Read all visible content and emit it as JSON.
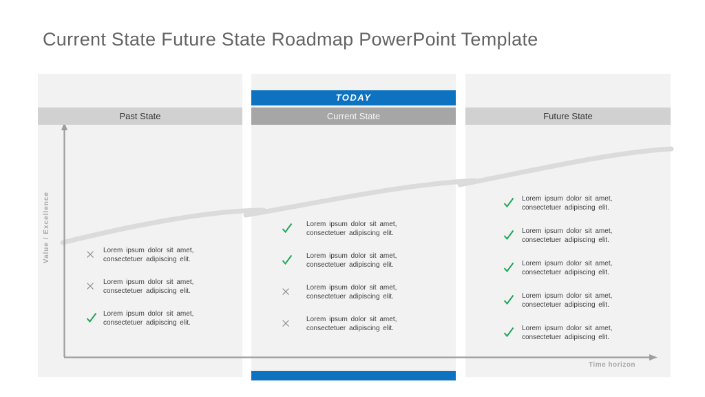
{
  "slide": {
    "title": "Current State Future State Roadmap PowerPoint Template"
  },
  "today_banner": {
    "label": "TODAY"
  },
  "columns": [
    {
      "header": "Past State",
      "items": [
        {
          "mark": "cross",
          "line1": "Lorem ipsum dolor sit amet,",
          "line2": "consectetuer adipiscing elit."
        },
        {
          "mark": "cross",
          "line1": "Lorem ipsum dolor sit amet,",
          "line2": "consectetuer adipiscing elit."
        },
        {
          "mark": "check",
          "line1": "Lorem ipsum dolor sit amet,",
          "line2": "consectetuer adipiscing elit."
        }
      ]
    },
    {
      "header": "Current State",
      "items": [
        {
          "mark": "check",
          "line1": "Lorem ipsum dolor sit amet,",
          "line2": "consectetuer adipiscing elit."
        },
        {
          "mark": "check",
          "line1": "Lorem ipsum dolor sit amet,",
          "line2": "consectetuer adipiscing elit."
        },
        {
          "mark": "cross",
          "line1": "Lorem ipsum dolor sit amet,",
          "line2": "consectetuer adipiscing elit."
        },
        {
          "mark": "cross",
          "line1": "Lorem ipsum dolor sit amet,",
          "line2": "consectetuer adipiscing elit."
        }
      ]
    },
    {
      "header": "Future State",
      "items": [
        {
          "mark": "check",
          "line1": "Lorem ipsum dolor sit amet,",
          "line2": "consectetuer adipiscing elit."
        },
        {
          "mark": "check",
          "line1": "Lorem ipsum dolor sit amet,",
          "line2": "consectetuer adipiscing elit."
        },
        {
          "mark": "check",
          "line1": "Lorem ipsum dolor sit amet,",
          "line2": "consectetuer adipiscing elit."
        },
        {
          "mark": "check",
          "line1": "Lorem ipsum dolor sit amet,",
          "line2": "consectetuer adipiscing elit."
        },
        {
          "mark": "check",
          "line1": "Lorem ipsum dolor sit amet,",
          "line2": "consectetuer adipiscing elit."
        }
      ]
    }
  ],
  "axes": {
    "y_label": "Value / Excellence",
    "x_label": "Time horizon"
  },
  "colors": {
    "accent_blue": "#0d72bf",
    "check_green": "#1fa659",
    "cross_gray": "#8c8c8c",
    "header_gray_light": "#d1d1d1",
    "header_gray_dark": "#a6a6a6",
    "panel_bg": "#f2f2f2",
    "curve_gray": "#dbdbdb"
  }
}
